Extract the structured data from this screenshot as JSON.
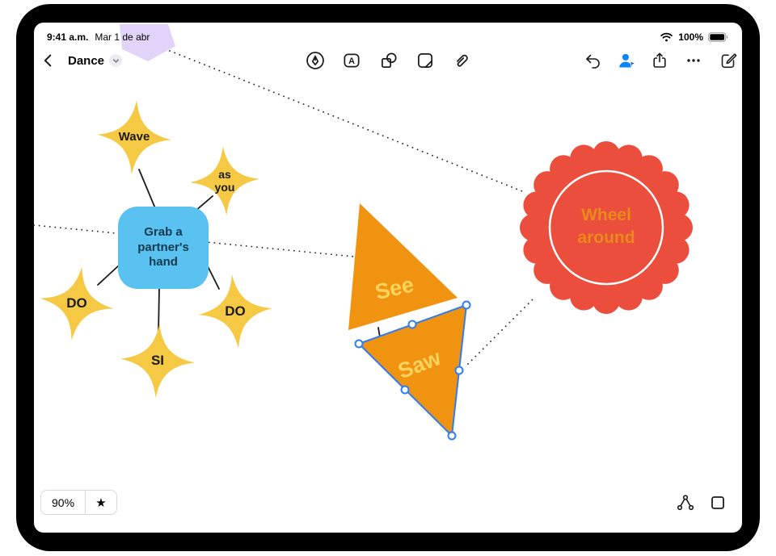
{
  "status_bar": {
    "time": "9:41 a.m.",
    "date": "Mar 1 de abr",
    "battery_percent": "100%"
  },
  "toolbar": {
    "title": "Dance"
  },
  "canvas": {
    "nodes": {
      "wave": "Wave",
      "as_you": "as you",
      "do_left": "DO",
      "do_right": "DO",
      "si": "SI",
      "center": "Grab a partner's hand",
      "see": "See",
      "saw": "Saw",
      "wheel": "Wheel around"
    }
  },
  "footer": {
    "zoom": "90%"
  },
  "colors": {
    "star": "#F6C945",
    "blue_node": "#5AC2F0",
    "blue_node_text": "#14394F",
    "orange": "#EF9311",
    "orange_text": "#FFD35C",
    "red": "#EB4E3D",
    "red_text": "#E98A1A",
    "accent": "#2E7CF6",
    "ios_blue": "#0A84FF",
    "purple": "#DCCCF7"
  }
}
